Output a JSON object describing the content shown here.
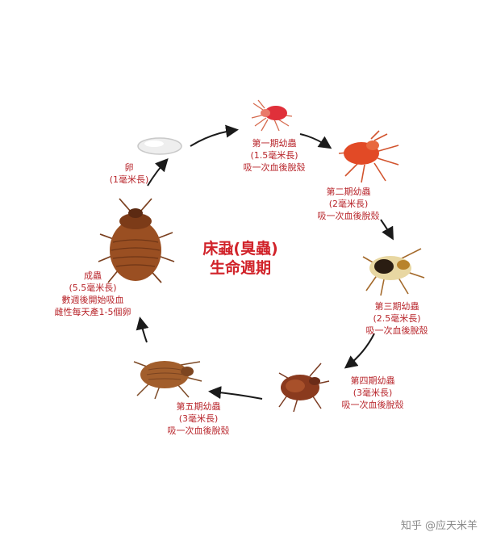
{
  "title": {
    "line1": "床蝨(臭蟲)",
    "line2": "生命週期"
  },
  "stages": [
    {
      "id": "egg",
      "lines": [
        "卵",
        "(1毫米長)"
      ]
    },
    {
      "id": "nymph1",
      "lines": [
        "第一期幼蟲",
        "(1.5毫米長)",
        "吸一次血後脫殼"
      ]
    },
    {
      "id": "nymph2",
      "lines": [
        "第二期幼蟲",
        "(2毫米長)",
        "吸一次血後脫殼"
      ]
    },
    {
      "id": "nymph3",
      "lines": [
        "第三期幼蟲",
        "(2.5毫米長)",
        "吸一次血後脫殼"
      ]
    },
    {
      "id": "nymph4",
      "lines": [
        "第四期幼蟲",
        "(3毫米長)",
        "吸一次血後脫殼"
      ]
    },
    {
      "id": "nymph5",
      "lines": [
        "第五期幼蟲",
        "(3毫米長)",
        "吸一次血後脫殼"
      ]
    },
    {
      "id": "adult",
      "lines": [
        "成蟲",
        "(5.5毫米長)",
        "數週後開始吸血",
        "雌性每天產1-5個卵"
      ]
    }
  ],
  "watermark": "知乎 @应天米羊",
  "colors": {
    "label": "#b8252b",
    "title": "#d1232a",
    "arrow": "#1a1a1a"
  }
}
